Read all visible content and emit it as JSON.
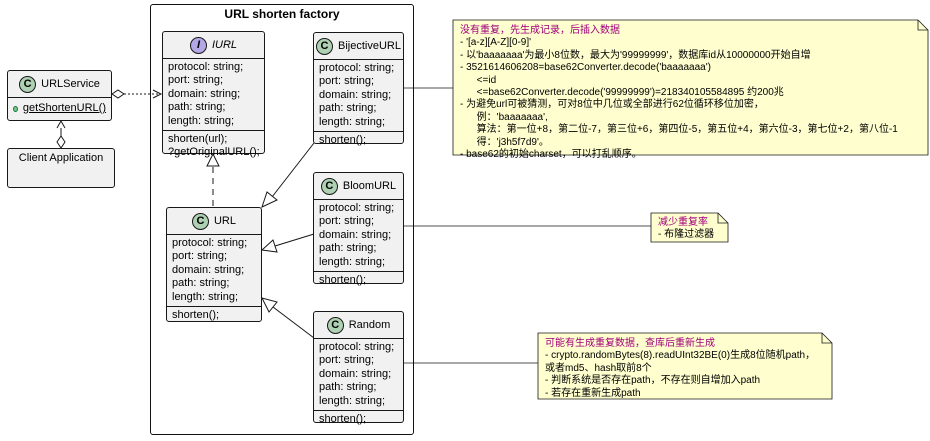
{
  "frame_title": "URL shorten factory",
  "url_service": {
    "badge": "C",
    "name": "URLService",
    "method": "getShortenURL()"
  },
  "client": {
    "name": "Client Application"
  },
  "iurl": {
    "badge": "I",
    "name": "IURL",
    "fields": [
      "protocol: string;",
      "port: string;",
      "domain: string;",
      "path: string;",
      "length: string;"
    ],
    "methods": [
      "shorten(url);",
      "?getOriginalURL();"
    ]
  },
  "url": {
    "badge": "C",
    "name": "URL",
    "fields": [
      "protocol: string;",
      "port: string;",
      "domain: string;",
      "path: string;",
      "length: string;"
    ],
    "methods": [
      "shorten();"
    ]
  },
  "bijective": {
    "badge": "C",
    "name": "BijectiveURL",
    "fields": [
      "protocol: string;",
      "port: string;",
      "domain: string;",
      "path: string;",
      "length: string;"
    ],
    "methods": [
      "shorten();"
    ]
  },
  "bloom": {
    "badge": "C",
    "name": "BloomURL",
    "fields": [
      "protocol: string;",
      "port: string;",
      "domain: string;",
      "path: string;",
      "length: string;"
    ],
    "methods": [
      "shorten();"
    ]
  },
  "random": {
    "badge": "C",
    "name": "Random",
    "fields": [
      "protocol: string;",
      "port: string;",
      "domain: string;",
      "path: string;",
      "length: string;"
    ],
    "methods": [
      "shorten();"
    ]
  },
  "note_bijective": {
    "title": "没有重复，先生成记录，后插入数据",
    "lines": [
      "- '[a-z][A-Z][0-9]'",
      "- 以'baaaaaaa'为最小8位数，最大为'99999999'，数据库id从10000000开始自增",
      "- 3521614606208=base62Converter.decode('baaaaaaa')",
      "      <=id",
      "      <=base62Converter.decode('99999999')=218340105584895 约200兆",
      "- 为避免url可被猜测，可对8位中几位或全部进行62位循环移位加密，",
      "      例：'baaaaaaa',",
      "      算法：第一位+8，第二位-7，第三位+6，第四位-5，第五位+4，第六位-3，第七位+2，第八位-1",
      "      得：'j3h5f7d9'。",
      "- base62的初始charset，可以打乱顺序。"
    ]
  },
  "note_bloom": {
    "title": "减少重复率",
    "lines": [
      "- 布隆过滤器"
    ]
  },
  "note_random": {
    "title": "可能有生成重复数据，查库后重新生成",
    "lines": [
      "- crypto.randomBytes(8).readUInt32BE(0)生成8位随机path，",
      "或者md5、hash取前8个",
      "- 判断系统是否存在path，不存在则自增加入path",
      "- 若存在重新生成path"
    ]
  }
}
